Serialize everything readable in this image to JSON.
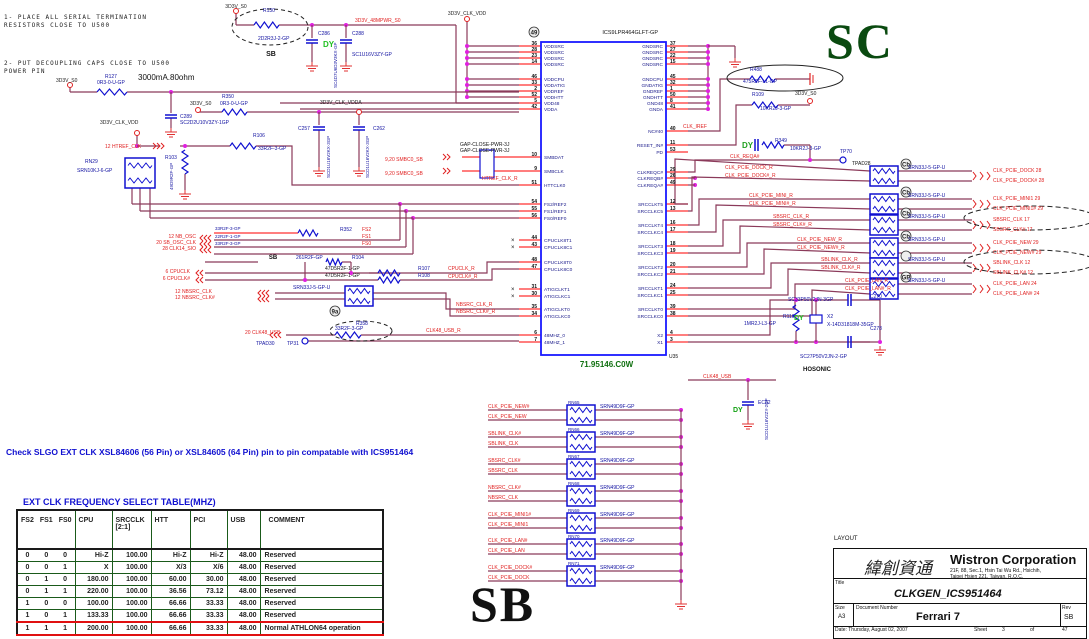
{
  "notes": {
    "note1_line1": "1- PLACE ALL SERIAL TERMINATION",
    "note1_line2": "RESISTORS CLOSE TO U500",
    "note2_line1": "2- PUT DECOUPLING CAPS CLOSE TO U500",
    "note2_line2": "POWER PIN",
    "current_note": "3000mA.80ohm",
    "check_note": "Check SLGO EXT CLK XSL84606 (56 Pin) or XSL84605 (64 Pin) pin to pin compatable with ICS951464"
  },
  "stamps": {
    "sc": "SC",
    "sb": "SB",
    "sb_small_1": "SB",
    "sb_small_2": "SB",
    "dy": "DY",
    "hosonic": "HOSONIC"
  },
  "ic": {
    "part": "ICS9LPR464GLFT-GP",
    "ref": "U35",
    "code": "71.95146.C0W",
    "left_pins": [
      {
        "num": "36",
        "name": "VDDSRC"
      },
      {
        "num": "28",
        "name": "VDDSRC"
      },
      {
        "num": "23",
        "name": "VDDSRC"
      },
      {
        "num": "14",
        "name": "VDDSRC"
      },
      {
        "num": "46",
        "name": "VDDCPU"
      },
      {
        "num": "33",
        "name": "VDDATIG"
      },
      {
        "num": "2",
        "name": "VDDREF"
      },
      {
        "num": "52",
        "name": "VDDHTT"
      },
      {
        "num": "5",
        "name": "VDD48"
      },
      {
        "num": "42",
        "name": "VDDA"
      },
      {
        "num": "10",
        "name": "SMBDAT"
      },
      {
        "num": "9",
        "name": "SMBCLK"
      },
      {
        "num": "51",
        "name": "HTTCLK0"
      },
      {
        "num": "54",
        "name": "FS2/REF2"
      },
      {
        "num": "55",
        "name": "FS1/REF1"
      },
      {
        "num": "56",
        "name": "FS0/REF0"
      },
      {
        "num": "44",
        "name": "CPUCLK8T1"
      },
      {
        "num": "43",
        "name": "CPUCLK8C1"
      },
      {
        "num": "48",
        "name": "CPUCLK8T0"
      },
      {
        "num": "47",
        "name": "CPUCLK8C0"
      },
      {
        "num": "31",
        "name": "ATIGCLKT1"
      },
      {
        "num": "30",
        "name": "ATIGCLKC1"
      },
      {
        "num": "35",
        "name": "ATIGCLKT0"
      },
      {
        "num": "34",
        "name": "ATIGCLKC0"
      },
      {
        "num": "6",
        "name": "48MHZ_0"
      },
      {
        "num": "7",
        "name": "48MHZ_1"
      }
    ],
    "right_pins": [
      {
        "num": "37",
        "name": "GNDSRC"
      },
      {
        "num": "27",
        "name": "GNDSRC"
      },
      {
        "num": "22",
        "name": "GNDSRC"
      },
      {
        "num": "15",
        "name": "GNDSRC"
      },
      {
        "num": "45",
        "name": "GNDCPU"
      },
      {
        "num": "32",
        "name": "GNDATIG"
      },
      {
        "num": "1",
        "name": "GNDREF"
      },
      {
        "num": "50",
        "name": "GNDHTT"
      },
      {
        "num": "8",
        "name": "GND48"
      },
      {
        "num": "41",
        "name": "GNDA"
      },
      {
        "num": "40",
        "name": "NC#40"
      },
      {
        "num": "11",
        "name": "RESET_IN#"
      },
      {
        "num": "53",
        "name": "PD"
      },
      {
        "num": "29",
        "name": "CLKREQC#"
      },
      {
        "num": "26",
        "name": "CLKREQB#"
      },
      {
        "num": "49",
        "name": "CLKREQA#"
      },
      {
        "num": "12",
        "name": "SRCCLKT5"
      },
      {
        "num": "13",
        "name": "SRCCLKC5"
      },
      {
        "num": "16",
        "name": "SRCCLKT4"
      },
      {
        "num": "17",
        "name": "SRCCLKC4"
      },
      {
        "num": "18",
        "name": "SRCCLKT3"
      },
      {
        "num": "19",
        "name": "SRCCLKC3"
      },
      {
        "num": "20",
        "name": "SRCCLKT2"
      },
      {
        "num": "21",
        "name": "SRCCLKC2"
      },
      {
        "num": "24",
        "name": "SRCCLKT1"
      },
      {
        "num": "25",
        "name": "SRCCLKC1"
      },
      {
        "num": "39",
        "name": "SRCCLKT0"
      },
      {
        "num": "38",
        "name": "SRCCLKC0"
      },
      {
        "num": "4",
        "name": "X2"
      },
      {
        "num": "3",
        "name": "X1"
      }
    ]
  },
  "power": {
    "v3d3_s0": "3D3V_S0",
    "clk_vdd": "3D3V_CLK_VDD",
    "clk_vdda": "3D3V_CLK_VDDA",
    "pwr48": "3D3V_48MPWR_S0"
  },
  "components": {
    "r130": {
      "ref": "R130",
      "val": "2D2R3J-2-GP"
    },
    "r127": {
      "ref": "R127",
      "val": "0R3-0-U-GP"
    },
    "r350": {
      "ref": "R350",
      "val": "0R3-0-U-GP"
    },
    "c289": {
      "ref": "C289",
      "val": "SC2D2U10V3ZY-1GP"
    },
    "c286": {
      "ref": "C286",
      "val": "SC4D7U6D3V3KX-GP"
    },
    "c288": {
      "ref": "C288",
      "val": "SC1U16V3ZY-GP"
    },
    "c257": {
      "ref": "C257",
      "val": "SCD1U16V2KX-3GP"
    },
    "c262": {
      "ref": "C262",
      "val": "SCD1U16V2KX-3GP"
    },
    "r106": {
      "ref": "R106",
      "val": "33R2F-3-GP"
    },
    "r103": {
      "ref": "R103",
      "val": "49D9R2F-GP"
    },
    "rn29": {
      "ref": "RN29",
      "val": "SRN10KJ-6-GP"
    },
    "gap1": {
      "ref": "G96",
      "val": "GAP-CLOSE-PWR-3J"
    },
    "gap2": {
      "ref": "G97",
      "val": "GAP-CLOSE-PWR-3J"
    },
    "r352": {
      "ref": "R352",
      "val": "33R2F-3-GP"
    },
    "r354": {
      "ref": "R354",
      "val": "22R2F-1-GP"
    },
    "r355": {
      "ref": "R355",
      "val": "33R2F-3-GP"
    },
    "r104": {
      "ref": "R104",
      "val": "261R2F-GP"
    },
    "r107": {
      "ref": "R107",
      "val": "47D5R2F-1-GP"
    },
    "r108": {
      "ref": "R108",
      "val": "47D5R2F-1-GP"
    },
    "rn28": {
      "ref": "RN28",
      "val": "SRN33J-5-GP-U"
    },
    "r358": {
      "ref": "R358",
      "val": "33R2F-3-GP"
    },
    "r488": {
      "ref": "R488",
      "val": "475R2F-L1-GP"
    },
    "r109": {
      "ref": "R109",
      "val": "10KR2J-3-GP"
    },
    "r349": {
      "ref": "R349",
      "val": "10KR2J-3-GP"
    },
    "r110": {
      "ref": "R110",
      "val": "1MR2J-L3-GP"
    },
    "x2": {
      "ref": "X2",
      "val": "X-14D31818M-35GP"
    },
    "c270": {
      "ref": "C270",
      "val": "SC33P50V2JN-3GP"
    },
    "c278": {
      "ref": "C278",
      "val": "SC27P50V2JN-2-GP"
    },
    "ec82": {
      "ref": "EC82",
      "val": "SCD1U16V2ZY-2GP"
    },
    "rn_right_val": "SRN33J-5-GP-U",
    "rn_bottom_val": "SRN49D9F-GP"
  },
  "nets": {
    "htref_clk": "12  HTREF_CLK",
    "htref_clk_r": "HTREF_CLK_R",
    "smbc0_1": "9,20  SMBC0_SB",
    "smbc0_2": "9,20  SMBC0_SB",
    "nb_osc": "12  NB_OSC",
    "sb_osc": "20  SB_OSC_CLK",
    "clk14": "28  CLK14_SIO",
    "fs2": "FS2",
    "fs1": "FS1",
    "fs0": "FS0",
    "cpuclk": "6  CPUCLK",
    "cpuclk_n": "6  CPUCLK#",
    "cpuclk_r": "CPUCLK_R",
    "cpuclk_n_r": "CPUCLK#_R",
    "nbsrc_clk": "12  NBSRC_CLK",
    "nbsrc_clk_n": "12  NBSRC_CLK#",
    "nbsrc_clk_r": "NBSRC_CLK_R",
    "nbsrc_clk_n_r": "NBSRC_CLK#_R",
    "clk48_usb": "20  CLK48_USB",
    "clk48_usb_r": "CLK48_USB_R",
    "clk48_usb2": "CLK48_USB",
    "tpad30": "TPAD30",
    "tp31": "TP31",
    "tp70": "TP70",
    "tpad28": "TPAD28",
    "clk_iref": "CLK_IREF",
    "clk_reqa": "CLK_REQA#",
    "right_r": [
      "CLK_PCIE_DOCK_R",
      "CLK_PCIE_DOCK#_R",
      "CLK_PCIE_MINI_R",
      "CLK_PCIE_MINI#_R",
      "SBSRC_CLK_R",
      "SBSRC_CLK#_R",
      "CLK_PCIE_NEW_R",
      "CLK_PCIE_NEW#_R",
      "SBLINK_CLK_R",
      "SBLINK_CLK#_R",
      "CLK_PCIE_LAN_R",
      "CLK_PCIE_LAN#_R"
    ],
    "right_out": [
      "CLK_PCIE_DOCK  28",
      "CLK_PCIE_DOCK#  28",
      "CLK_PCIE_MINI1  29",
      "CLK_PCIE_MINI1#  29",
      "SBSRC_CLK  17",
      "SBSRC_CLK#  17",
      "CLK_PCIE_NEW  29",
      "CLK_PCIE_NEW#  29",
      "SBLINK_CLK  12",
      "SBLINK_CLK#  12",
      "CLK_PCIE_LAN  24",
      "CLK_PCIE_LAN#  24"
    ],
    "bottom_rn": [
      {
        "ref": "RN65",
        "a": "CLK_PCIE_NEW#",
        "b": "CLK_PCIE_NEW"
      },
      {
        "ref": "RN66",
        "a": "SBLINK_CLK#",
        "b": "SBLINK_CLK"
      },
      {
        "ref": "RN67",
        "a": "SBSRC_CLK#",
        "b": "SBSRC_CLK"
      },
      {
        "ref": "RN68",
        "a": "NBSRC_CLK#",
        "b": "NBSRC_CLK"
      },
      {
        "ref": "RN69",
        "a": "CLK_PCIE_MINI1#",
        "b": "CLK_PCIE_MINI1"
      },
      {
        "ref": "RN70",
        "a": "CLK_PCIE_LAN#",
        "b": "CLK_PCIE_LAN"
      },
      {
        "ref": "RN71",
        "a": "CLK_PCIE_DOCK#",
        "b": "CLK_PCIE_DOCK"
      }
    ]
  },
  "freq_table": {
    "title": "EXT CLK FREQUENCY SELECT TABLE(MHZ)",
    "headers": [
      "FS2",
      "FS1",
      "FS0",
      "CPU",
      "SRCCLK [2:1]",
      "HTT",
      "PCI",
      "USB",
      "COMMENT"
    ],
    "rows": [
      [
        "0",
        "0",
        "0",
        "Hi-Z",
        "100.00",
        "Hi-Z",
        "Hi-Z",
        "48.00",
        "Reserved"
      ],
      [
        "0",
        "0",
        "1",
        "X",
        "100.00",
        "X/3",
        "X/6",
        "48.00",
        "Reserved"
      ],
      [
        "0",
        "1",
        "0",
        "180.00",
        "100.00",
        "60.00",
        "30.00",
        "48.00",
        "Reserved"
      ],
      [
        "0",
        "1",
        "1",
        "220.00",
        "100.00",
        "36.56",
        "73.12",
        "48.00",
        "Reserved"
      ],
      [
        "1",
        "0",
        "0",
        "100.00",
        "100.00",
        "66.66",
        "33.33",
        "48.00",
        "Reserved"
      ],
      [
        "1",
        "0",
        "1",
        "133.33",
        "100.00",
        "66.66",
        "33.33",
        "48.00",
        "Reserved"
      ],
      [
        "1",
        "1",
        "1",
        "200.00",
        "100.00",
        "66.66",
        "33.33",
        "48.00",
        "Normal ATHLON64 operation"
      ]
    ]
  },
  "title_block": {
    "layout_label": "LAYOUT",
    "company_cn": "緯創資通",
    "company": "Wistron Corporation",
    "address_1": "21F, 88, Sec.1, Hsin Tai Wu Rd., Hsichih,",
    "address_2": "Taipei Hsien 221, Taiwan, R.O.C.",
    "title_label": "Title",
    "title": "CLKGEN_ICS951464",
    "size_label": "Size",
    "size": "A3",
    "docnum_label": "Document Number",
    "docnum": "Ferrari 7",
    "rev_label": "Rev",
    "rev": "SB",
    "date": "Date:  Thursday, August 02, 2007",
    "sheet_label": "Sheet",
    "sheet": "3",
    "of": "of",
    "total": "47"
  }
}
